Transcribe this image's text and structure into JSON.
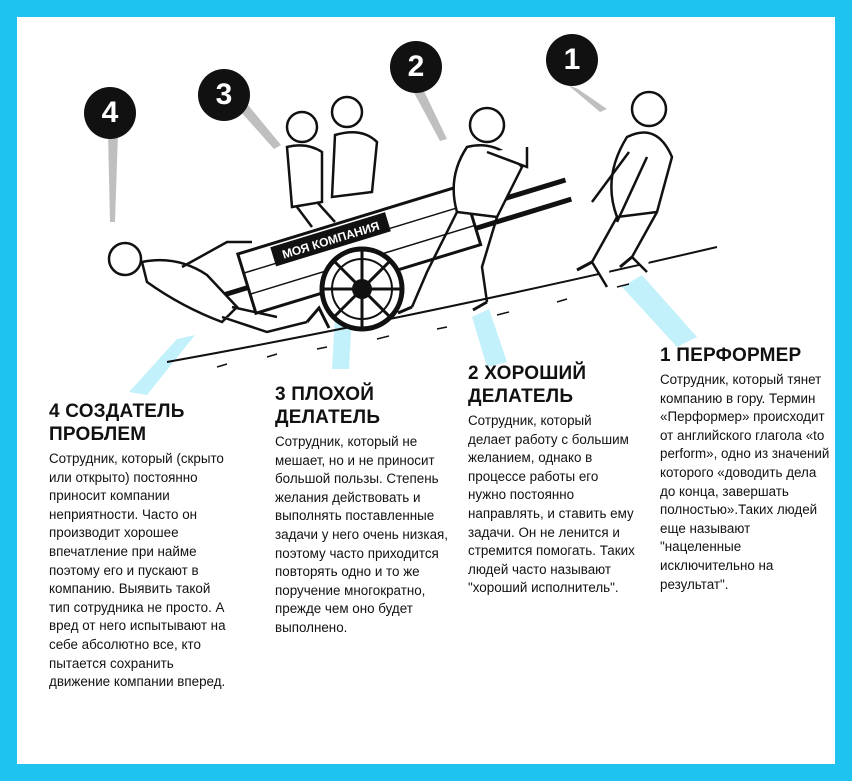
{
  "badges": {
    "b1": "1",
    "b2": "2",
    "b3": "3",
    "b4": "4"
  },
  "cart_label": "МОЯ КОМПАНИЯ",
  "blocks": {
    "performer": {
      "title": "1 ПЕРФОРМЕР",
      "text": "Сотрудник, который тянет компанию в гору. Термин «Перформер» происходит от английского глагола «to perform», одно из значений которого «доводить дела до конца, завершать полностью».Таких людей еще называют \"нацеленные исключительно на результат\"."
    },
    "good_doer": {
      "title": "2 ХОРОШИЙ ДЕЛАТЕЛЬ",
      "text": "Сотрудник, который делает работу с большим желанием, однако в процессе работы его нужно постоянно направлять, и ставить ему задачи. Он не ленится и стремится помогать. Таких людей часто называют \"хороший исполнитель\"."
    },
    "bad_doer": {
      "title": "3 ПЛОХОЙ ДЕЛАТЕЛЬ",
      "text": "Сотрудник, который не мешает, но и не приносит большой пользы. Степень желания действовать и выполнять поставленные задачи у него очень низкая, поэтому часто приходится повторять одно и то же поручение многократно, прежде чем оно будет выполнено."
    },
    "problem_maker": {
      "title": "4 СОЗДАТЕЛЬ ПРОБЛЕМ",
      "text": "Сотрудник, который (скрыто или открыто) постоянно приносит компании неприятности. Часто он производит хорошее впечатление при найме поэтому его и пускают в компанию. Выявить такой тип сотрудника не просто. А вред от него испытывают на себе абсолютно все, кто пытается сохранить движение компании вперед."
    }
  }
}
